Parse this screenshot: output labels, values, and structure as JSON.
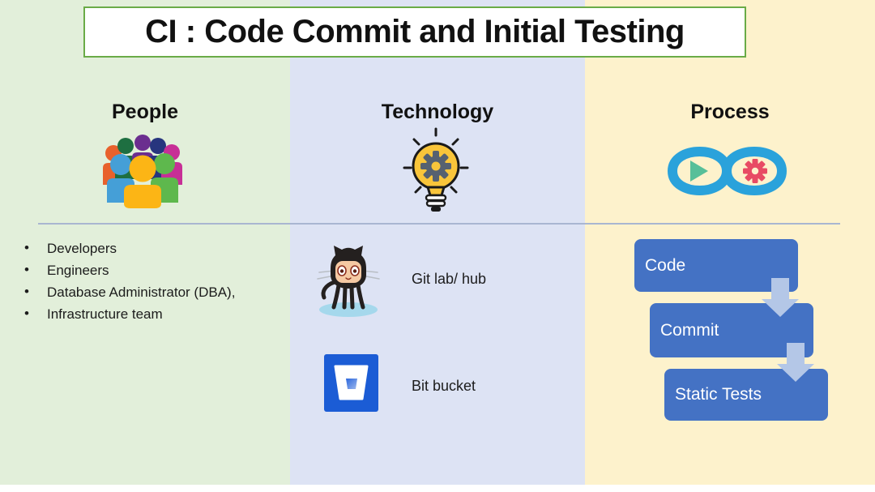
{
  "title": "CI : Code Commit and Initial Testing",
  "columns": {
    "people": {
      "header": "People",
      "items": [
        "Developers",
        "Engineers",
        "Database Administrator (DBA),",
        "Infrastructure team"
      ]
    },
    "technology": {
      "header": "Technology",
      "tools": [
        {
          "icon": "github-octocat-icon",
          "label": "Git lab/ hub"
        },
        {
          "icon": "bitbucket-icon",
          "label": "Bit bucket"
        }
      ]
    },
    "process": {
      "header": "Process",
      "steps": [
        {
          "label": "Code"
        },
        {
          "label": "Commit"
        },
        {
          "label": "Static Tests"
        }
      ]
    }
  },
  "icons": {
    "people": "people-group-icon",
    "technology": "lightbulb-gear-icon",
    "process": "devops-infinity-icon",
    "step_connector": "down-arrow-icon"
  },
  "colors": {
    "people_band": "#e2efda",
    "technology_band": "#dde3f4",
    "process_band": "#fdf2cc",
    "title_border": "#6aab47",
    "step_box": "#4472c4",
    "step_arrow": "#b4c7e7",
    "divider": "#a9b6d1"
  }
}
